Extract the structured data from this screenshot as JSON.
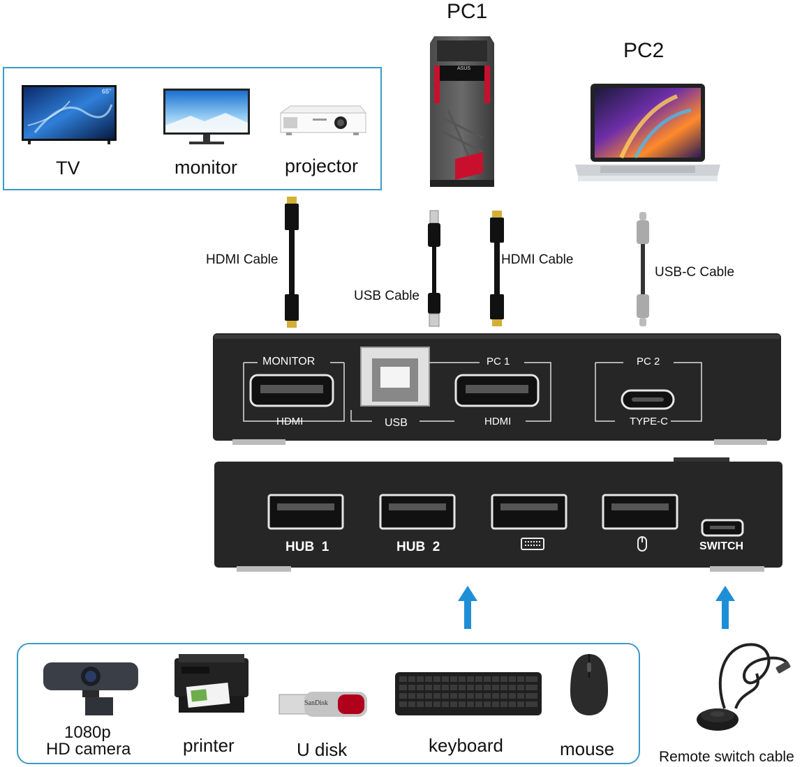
{
  "top_labels": {
    "pc1": "PC1",
    "pc2": "PC2"
  },
  "displays": [
    {
      "name": "TV",
      "icon": "tv-icon",
      "badge": "65\""
    },
    {
      "name": "monitor",
      "icon": "monitor-icon"
    },
    {
      "name": "projector",
      "icon": "projector-icon"
    }
  ],
  "pc1_brand": "ASUS",
  "cables": {
    "hdmi_monitor": "HDMI Cable",
    "usb": "USB Cable",
    "hdmi_pc1": "HDMI Cable",
    "usbc": "USB-C Cable"
  },
  "front_panel": {
    "monitor_top": "MONITOR",
    "monitor_bottom": "HDMI",
    "usb_bottom": "USB",
    "pc1_top": "PC 1",
    "pc1_bottom": "HDMI",
    "pc2_top": "PC 2",
    "pc2_bottom": "TYPE-C"
  },
  "rear_panel": {
    "hub1": "HUB  1",
    "hub2": "HUB  2",
    "keyboard_port_icon": "keyboard-port-icon",
    "mouse_port_icon": "mouse-port-icon",
    "switch": "SWITCH"
  },
  "peripherals": [
    {
      "line1": "1080p",
      "line2": "HD camera",
      "icon": "webcam-icon"
    },
    {
      "line1": "printer",
      "icon": "printer-icon"
    },
    {
      "line1": "U disk",
      "icon": "usb-drive-icon",
      "brand": "SanDisk"
    },
    {
      "line1": "keyboard",
      "icon": "keyboard-icon"
    },
    {
      "line1": "mouse",
      "icon": "mouse-icon"
    }
  ],
  "remote": {
    "label": "Remote switch cable",
    "icon": "remote-switch-icon"
  },
  "colors": {
    "accent": "#3a9bc4",
    "arrow": "#1e8fd6",
    "device": "#2a2a2a"
  }
}
